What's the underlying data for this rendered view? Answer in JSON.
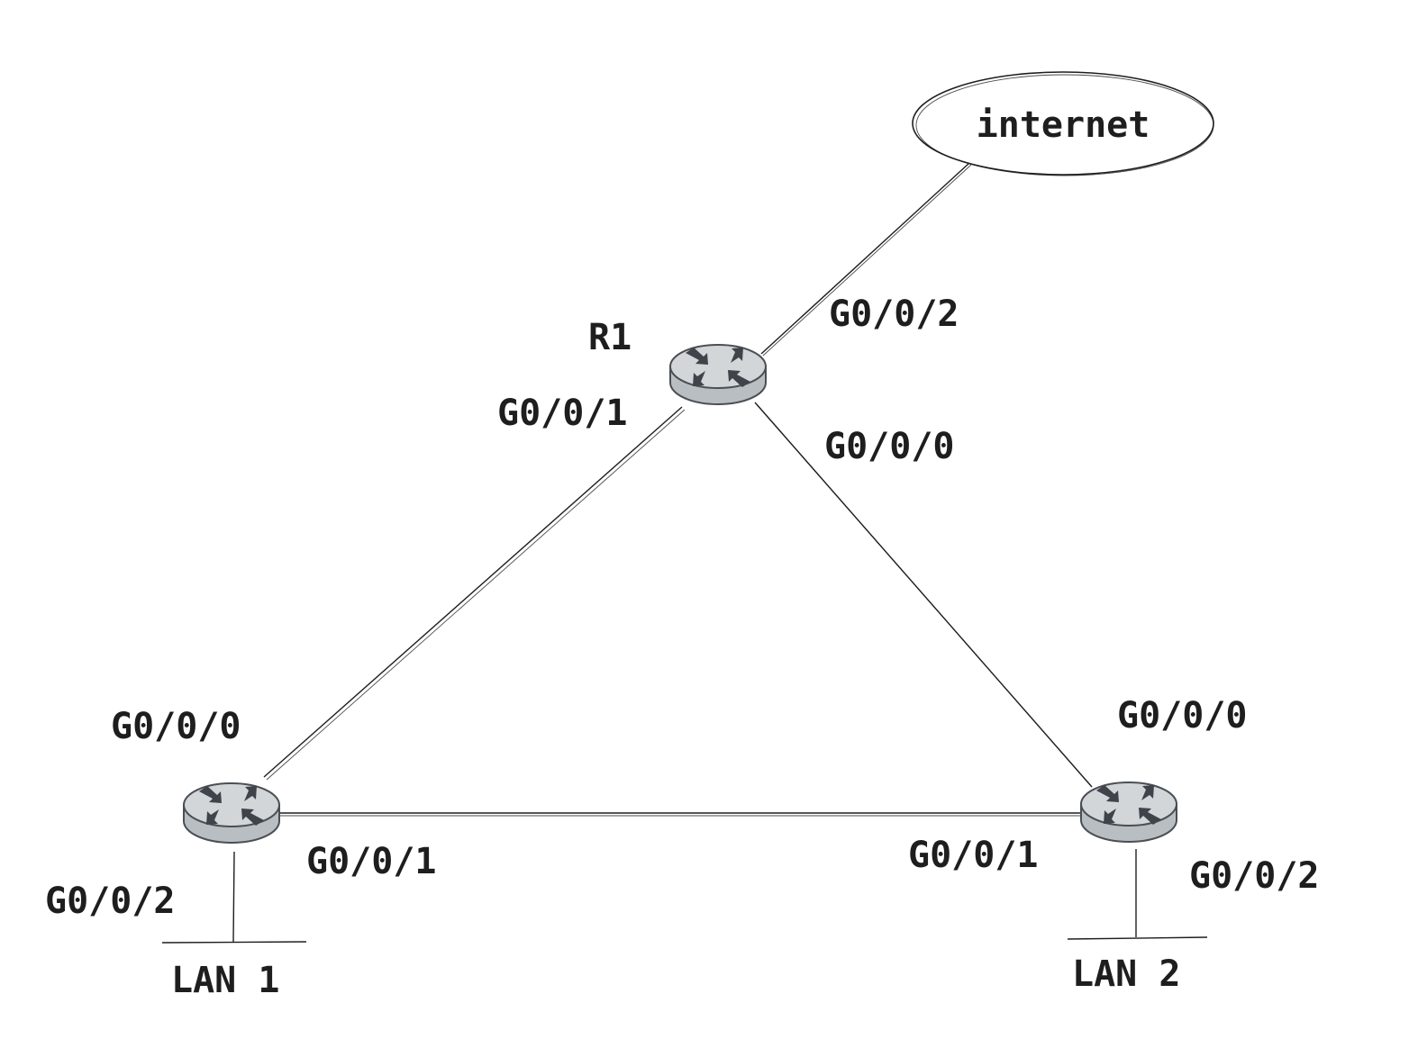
{
  "cloud": {
    "label": "internet"
  },
  "routers": {
    "r1": {
      "name": "R1",
      "icon": "router-icon"
    },
    "left": {
      "icon": "router-icon"
    },
    "right": {
      "icon": "router-icon"
    }
  },
  "interfaces": {
    "r1_internet": "G0/0/2",
    "r1_left": "G0/0/1",
    "r1_right": "G0/0/0",
    "left_r1": "G0/0/0",
    "left_right": "G0/0/1",
    "left_lan": "G0/0/2",
    "right_r1": "G0/0/0",
    "right_left": "G0/0/1",
    "right_lan": "G0/0/2"
  },
  "lans": {
    "lan1": "LAN 1",
    "lan2": "LAN 2"
  }
}
